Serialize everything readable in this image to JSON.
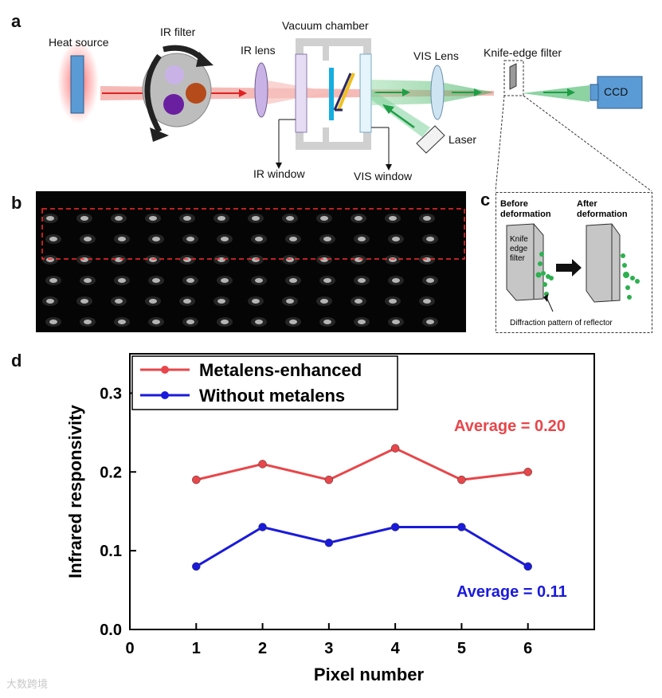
{
  "panels": {
    "a": "a",
    "b": "b",
    "c": "c",
    "d": "d"
  },
  "panel_a": {
    "heat_source": "Heat source",
    "ir_filter": "IR filter",
    "ir_lens": "IR lens",
    "vacuum_chamber": "Vacuum chamber",
    "vis_lens": "VIS Lens",
    "knife_edge_filter": "Knife-edge filter",
    "ccd": "CCD",
    "laser": "Laser",
    "ir_window": "IR window",
    "vis_window": "VIS window",
    "colors": {
      "ir_beam": "#e8504c",
      "vis_beam": "#2ca24a",
      "heat_glow": "#ff6b6b"
    }
  },
  "panel_c": {
    "before": "Before deformation",
    "after": "After deformation",
    "knife_label": "Knife edge filter",
    "diffraction": "Diffraction pattern of reflector"
  },
  "watermark": "大数跨境",
  "chart_data": {
    "type": "line",
    "xlabel": "Pixel number",
    "ylabel": "Infrared responsivity",
    "xlim": [
      0,
      7
    ],
    "ylim": [
      0.0,
      0.35
    ],
    "xticks": [
      0,
      1,
      2,
      3,
      4,
      5,
      6
    ],
    "yticks": [
      0.0,
      0.1,
      0.2,
      0.3
    ],
    "x": [
      1,
      2,
      3,
      4,
      5,
      6
    ],
    "series": [
      {
        "name": "Metalens-enhanced",
        "color": "#e8464a",
        "values": [
          0.19,
          0.21,
          0.19,
          0.23,
          0.19,
          0.2
        ]
      },
      {
        "name": "Without metalens",
        "color": "#1a1adb",
        "values": [
          0.08,
          0.13,
          0.11,
          0.13,
          0.13,
          0.08
        ]
      }
    ],
    "annotations": [
      {
        "text": "Average = 0.20",
        "color": "#e8464a"
      },
      {
        "text": "Average = 0.11",
        "color": "#1a1adb"
      }
    ],
    "legend": "top-left",
    "grid": false
  }
}
